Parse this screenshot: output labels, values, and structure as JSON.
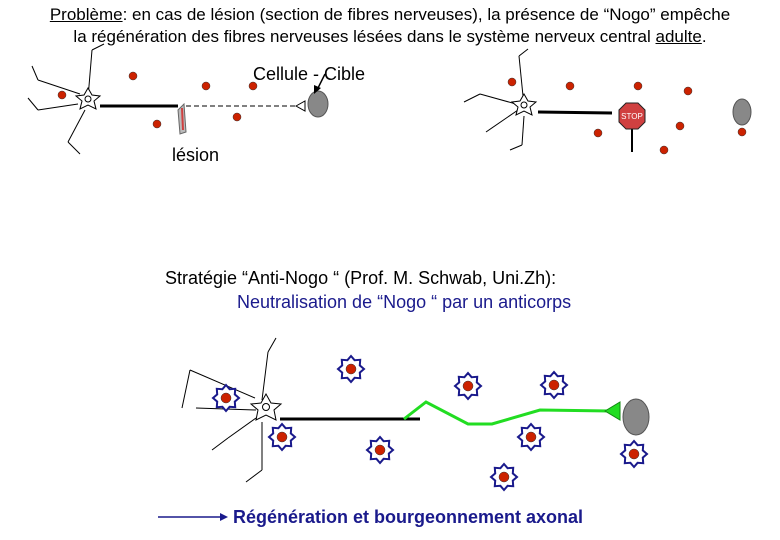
{
  "header": {
    "problem_word": "Problème",
    "line1_rest": ": en cas de lésion (section de fibres nerveuses), la présence de “Nogo” empêche",
    "line2_start": "la régénération des fibres nerveuses lésées dans le système nerveux central ",
    "adult_word": "adulte",
    "line2_end": "."
  },
  "labels": {
    "target_cell": "Cellule - Cible",
    "lesion": "lésion",
    "stop_sign": "STOP"
  },
  "strategy": {
    "title": "Stratégie “Anti-Nogo “ (Prof. M. Schwab, Uni.Zh):",
    "subtitle": "Neutralisation de “Nogo “ par un anticorps"
  },
  "legend": {
    "regeneration": "Régénération et bourgeonnement axonal"
  },
  "colors": {
    "nogo_dot": "#cc2200",
    "antibody_ring": "#1a1a8c",
    "regen_axon": "#22dd22",
    "target_cell": "#888888",
    "stop_sign": "#d04040",
    "text_blue": "#1a1a8c"
  },
  "icons": [
    "neuron-icon",
    "knife-icon",
    "stop-sign-icon",
    "antibody-icon",
    "arrow-icon"
  ]
}
